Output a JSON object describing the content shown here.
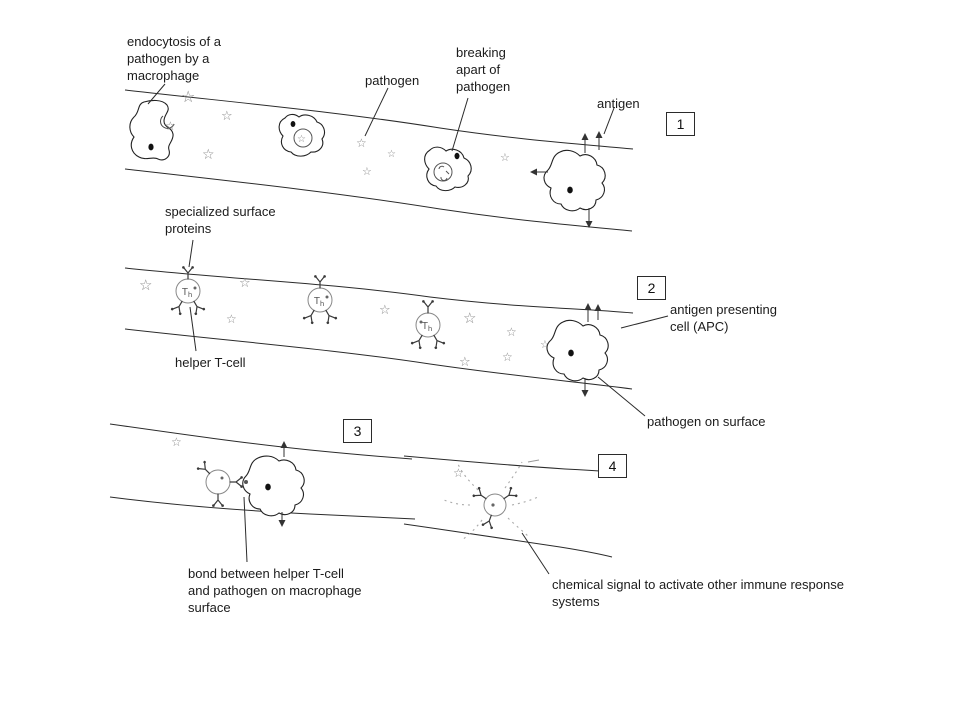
{
  "diagram": {
    "panels": [
      {
        "number": "1"
      },
      {
        "number": "2"
      },
      {
        "number": "3"
      },
      {
        "number": "4"
      }
    ],
    "labels": {
      "endocytosis": "endocytosis of a\npathogen by a\nmacrophage",
      "pathogen": "pathogen",
      "breaking_apart": "breaking\napart of\npathogen",
      "antigen": "antigen",
      "specialized_proteins": "specialized surface\nproteins",
      "apc": "antigen presenting\ncell (APC)",
      "helper_t_cell": "helper T-cell",
      "pathogen_on_surface": "pathogen on surface",
      "bond": "bond between helper T-cell\nand pathogen on macrophage\nsurface",
      "chemical_signal": "chemical signal to activate other immune response\nsystems"
    },
    "t_cell_symbol": {
      "main": "T",
      "sub": "h"
    },
    "icons": {
      "pathogen_star": "☆"
    },
    "colors": {
      "line": "#2b2b2b",
      "star": "#8a8a8a",
      "cell_outline": "#222222",
      "background": "#ffffff"
    }
  }
}
